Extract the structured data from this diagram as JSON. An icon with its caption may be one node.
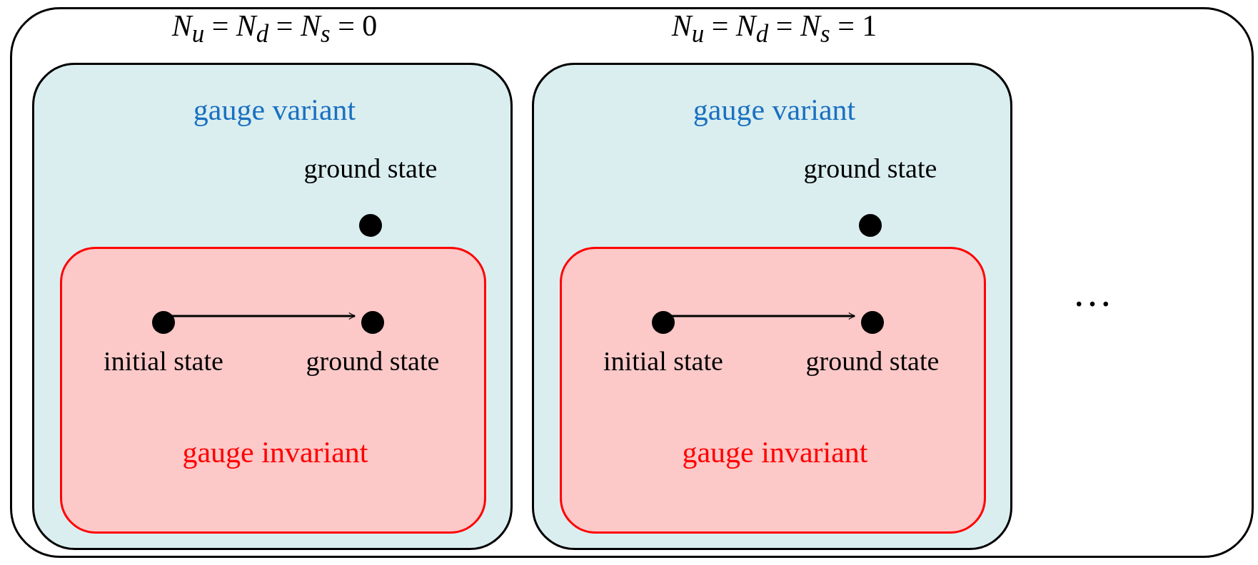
{
  "diagram": {
    "nodes": [
      {
        "text": [],
        "shape": "box"
      },
      {
        "text": [
          "*N*$_{u}$ = *N*$_{d}$ = *N*$_{s}$ = 0",
          "gauge variant"
        ],
        "in": 0
      },
      {
        "text": [],
        "shape": "circle",
        "beside": [
          "ground state"
        ],
        "in": 1
      },
      {
        "text": [
          "gauge invariant"
        ],
        "in": 1
      },
      {
        "text": [],
        "shape": "circle",
        "beside": [
          "initial state"
        ],
        "in": 3
      },
      {
        "text": [],
        "shape": "circle",
        "beside": [
          "ground state"
        ],
        "in": 3
      },
      {
        "text": [
          "*N*$_{u}$ = *N*$_{d}$ = *N*$_{s}$ = 1",
          "gauge variant"
        ],
        "in": 0
      },
      {
        "text": [],
        "shape": "circle",
        "beside": [
          "ground state"
        ],
        "in": 6
      },
      {
        "text": [
          "gauge invariant"
        ],
        "in": 6
      },
      {
        "text": [],
        "shape": "circle",
        "beside": [
          "initial state"
        ],
        "in": 8
      },
      {
        "text": [],
        "shape": "circle",
        "beside": [
          "ground state"
        ],
        "in": 8
      }
    ],
    "edges": [
      {
        "from": 4,
        "to": 5,
        "arrow": "to"
      },
      {
        "from": 9,
        "to": 10,
        "arrow": "to"
      }
    ],
    "labels": [
      "…"
    ]
  }
}
